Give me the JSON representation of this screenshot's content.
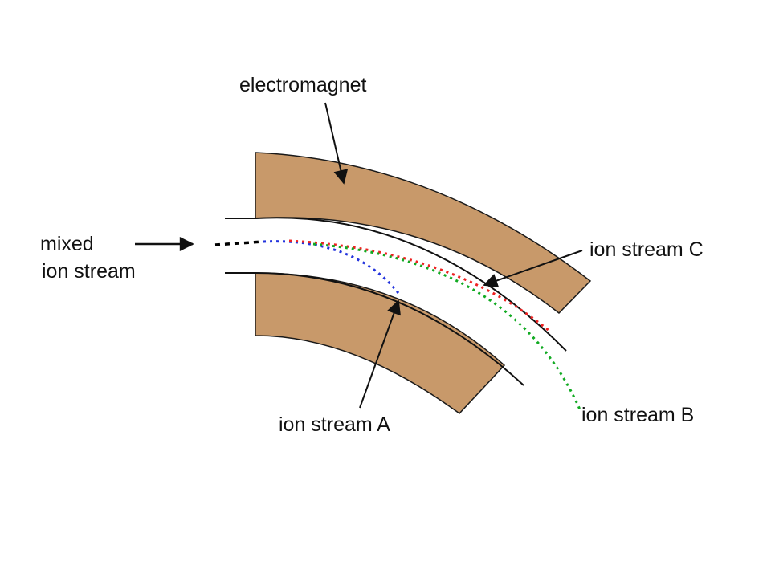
{
  "labels": {
    "electromagnet": "electromagnet",
    "mixed_line1": "mixed",
    "mixed_line2": "ion stream",
    "stream_a": "ion stream A",
    "stream_b": "ion stream B",
    "stream_c": "ion stream C"
  },
  "colors": {
    "magnet_fill": "#C8996A",
    "magnet_stroke": "#1a1a1a",
    "mixed_stream": "#000000",
    "stream_a": "#2233dd",
    "stream_b": "#11aa22",
    "stream_c": "#ee2222"
  }
}
